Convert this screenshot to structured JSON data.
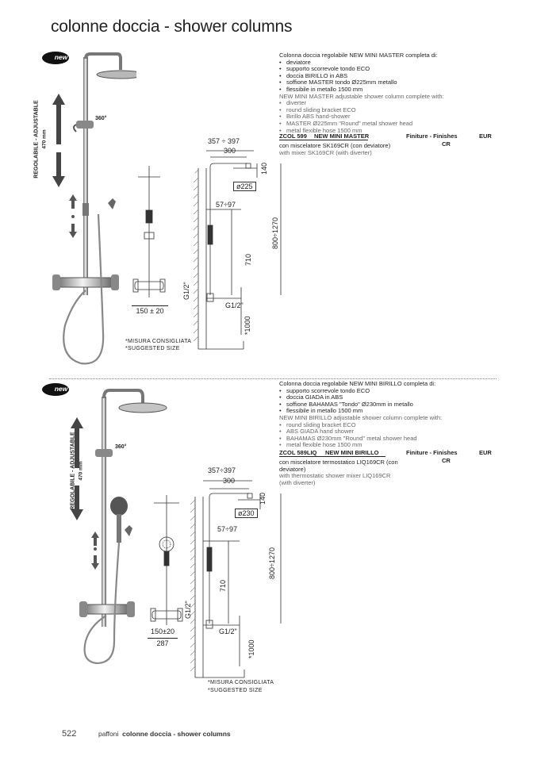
{
  "page": {
    "title": "colonne doccia - shower columns",
    "number": "522",
    "footer_brand": "paffoni",
    "footer_title": "colonne doccia - shower columns"
  },
  "products": [
    {
      "badge": "new",
      "adjustable_label": "REGOLABILE - ADJUSTABLE",
      "adjustable_range": "470 mm",
      "rotation": "360°",
      "it_intro": "Colonna doccia regolabile NEW MINI MASTER completa di:",
      "it_items": [
        "deviatore",
        "supporto scorrevole tondo ECO",
        "doccia BIRILLO in ABS",
        "soffione MASTER tondo Ø225mm metallo",
        "flessibile in metallo 1500 mm"
      ],
      "en_intro": "NEW MINI MASTER adjustable shower column complete with:",
      "en_items": [
        "diverter",
        "round sliding bracket ECO",
        "Birillo ABS hand-shower",
        "MASTER Ø225mm \"Round\" metal shower head",
        "metal flexible hose 1500 mm"
      ],
      "code": "ZCOL 599",
      "name": "NEW MINI MASTER",
      "finishes_label": "Finiture - Finishes",
      "currency": "EUR",
      "finish": "CR",
      "variant_it": "con miscelatore SK169CR (con deviatore)",
      "variant_en": "with mixer SK169CR (with diverter)",
      "dims": {
        "reach": "357 ÷ 397",
        "arm": "300",
        "head_h": "140",
        "head_d": "ø225",
        "sep": "57÷97",
        "height": "800÷1270",
        "bar": "710",
        "conn_side": "G1/2\"",
        "conn_bottom": "G1/2\"",
        "install_h": "*1000",
        "centers": "150 ± 20",
        "centers_width": ""
      },
      "note_it": "*MISURA CONSIGLIATA",
      "note_en": "*SUGGESTED SIZE"
    },
    {
      "badge": "new",
      "adjustable_label": "REGOLABILE - ADJUSTABLE",
      "adjustable_range": "470 mm",
      "rotation": "360°",
      "it_intro": "Colonna doccia regolabile NEW MINI BIRILLO completa di:",
      "it_items": [
        "supporto scorrevole tondo ECO",
        "doccia GIADA in ABS",
        "soffione BAHAMAS \"Tondo\" Ø230mm in metallo",
        "flessibile in metallo 1500 mm"
      ],
      "en_intro": "NEW MINI BIRILLO adjustable shower column complete with:",
      "en_items": [
        "round sliding bracket ECO",
        "ABS GIADA hand shower",
        "BAHAMAS Ø230mm \"Round\" metal shower head",
        "metal flexible hose 1500 mm"
      ],
      "code": "ZCOL 589LIQ",
      "name": "NEW MINI BIRILLO",
      "finishes_label": "Finiture - Finishes",
      "currency": "EUR",
      "finish": "CR",
      "variant_it": "con miscelatore termostatico LIQ169CR (con deviatore)",
      "variant_en": "with thermostatic shower mixer LIQ169CR (with diverter)",
      "dims": {
        "reach": "357÷397",
        "arm": "300",
        "head_h": "140",
        "head_d": "ø230",
        "sep": "57÷97",
        "height": "800÷1270",
        "bar": "710",
        "conn_side": "G1/2\"",
        "conn_bottom": "G1/2\"",
        "install_h": "*1000",
        "centers": "150±20",
        "centers_width": "287"
      },
      "note_it": "*MISURA CONSIGLIATA",
      "note_en": "*SUGGESTED SIZE"
    }
  ]
}
